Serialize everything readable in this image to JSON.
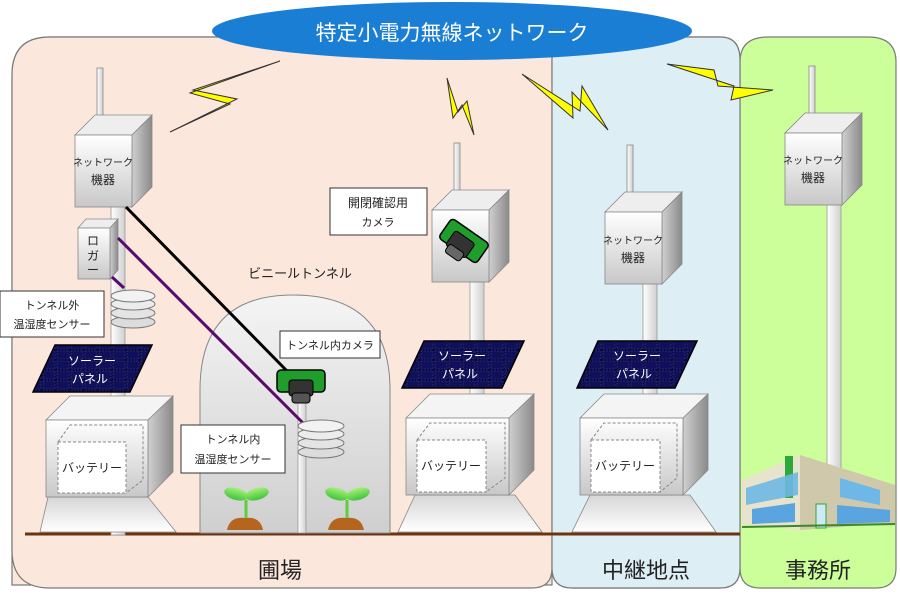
{
  "network": {
    "title": "特定小電力無線ネットワーク"
  },
  "zones": [
    {
      "id": "field",
      "label": "圃場",
      "color": "#fce7dc"
    },
    {
      "id": "relay",
      "label": "中継地点",
      "color": "#ddeef5"
    },
    {
      "id": "office",
      "label": "事務所",
      "color": "#ccff99"
    }
  ],
  "labels": {
    "network_device": [
      "ネットワーク",
      "機器"
    ],
    "logger": [
      "ロ",
      "ガ",
      "ー"
    ],
    "outside_sensor": [
      "トンネル外",
      "温湿度センサー"
    ],
    "solar_panel": [
      "ソーラー",
      "パネル"
    ],
    "battery": "バッテリー",
    "vinyl_tunnel": "ビニールトンネル",
    "tunnel_camera": "トンネル内カメラ",
    "inside_sensor": [
      "トンネル内",
      "温湿度センサー"
    ],
    "gate_camera": [
      "開閉確認用",
      "カメラ"
    ]
  },
  "colors": {
    "ellipse": "#1a7fd4",
    "lightning": "#ffff00",
    "cable_black": "#000000",
    "cable_purple": "#5a0a6a",
    "ground": "#6b3410",
    "camera_green": "#1f9e2c"
  }
}
